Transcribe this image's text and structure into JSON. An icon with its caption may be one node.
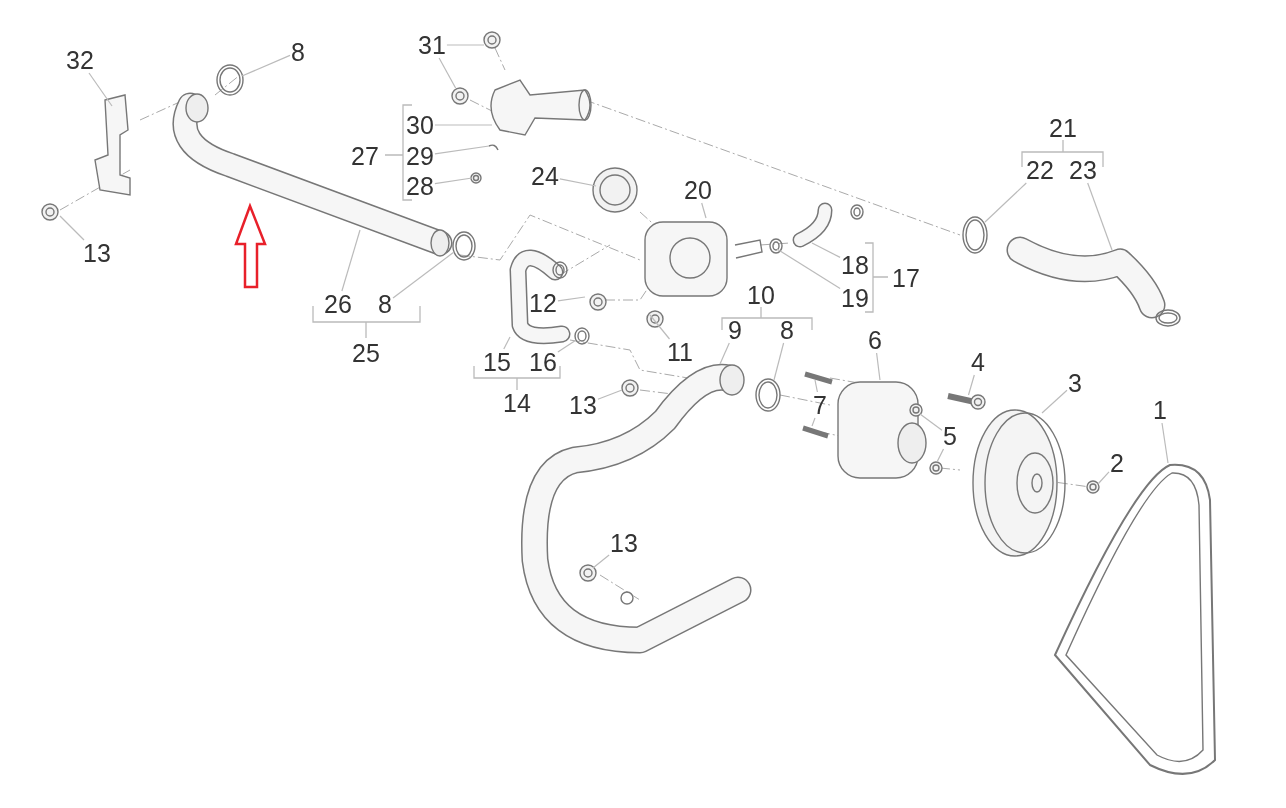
{
  "diagram": {
    "nodes": [
      {
        "text": [
          "31"
        ]
      },
      {
        "text": [
          "8"
        ]
      },
      {
        "text": [
          "32"
        ]
      },
      {
        "text": [
          "30"
        ]
      },
      {
        "text": [
          "29"
        ]
      },
      {
        "text": [
          "24"
        ]
      },
      {
        "text": [
          "28"
        ]
      },
      {
        "text": [
          "20"
        ]
      },
      {
        "text": [
          "22"
        ]
      },
      {
        "text": [
          "23"
        ]
      },
      {
        "text": [
          "13"
        ]
      },
      {
        "text": [
          "18"
        ]
      },
      {
        "text": [
          "12"
        ]
      },
      {
        "text": [
          "19"
        ]
      },
      {
        "text": [
          "26"
        ]
      },
      {
        "text": [
          "8"
        ]
      },
      {
        "text": [
          "9"
        ]
      },
      {
        "text": [
          "8"
        ]
      },
      {
        "text": [
          "6"
        ]
      },
      {
        "text": [
          "11"
        ]
      },
      {
        "text": [
          "15"
        ]
      },
      {
        "text": [
          "16"
        ]
      },
      {
        "text": [
          "4"
        ]
      },
      {
        "text": [
          "3"
        ]
      },
      {
        "text": [
          "13"
        ]
      },
      {
        "text": [
          "7"
        ]
      },
      {
        "text": [
          "1"
        ]
      },
      {
        "text": [
          "5"
        ]
      },
      {
        "text": [
          "2"
        ]
      },
      {
        "text": [
          "13"
        ]
      },
      {
        "text": [],
        "shape": "picture"
      },
      {
        "text": [],
        "shape": "picture"
      },
      {
        "text": [],
        "shape": "picture"
      }
    ],
    "edges": [
      {
        "from": 0,
        "to": null,
        "arrow": "none"
      },
      {
        "from": 0,
        "to": 30,
        "arrow": "none"
      },
      {
        "from": 1,
        "to": null,
        "arrow": "none"
      },
      {
        "from": 2,
        "to": null,
        "arrow": "none"
      },
      {
        "from": 3,
        "to": null,
        "arrow": "none"
      },
      {
        "from": 4,
        "to": null,
        "arrow": "none"
      },
      {
        "from": 5,
        "to": null,
        "arrow": "none"
      },
      {
        "from": 6,
        "to": null,
        "arrow": "none"
      },
      {
        "from": 7,
        "to": null,
        "arrow": "none"
      },
      {
        "from": 8,
        "to": null,
        "arrow": "none"
      },
      {
        "from": 9,
        "to": null,
        "arrow": "none"
      },
      {
        "from": 10,
        "to": null,
        "arrow": "none"
      },
      {
        "from": 11,
        "to": null,
        "arrow": "none"
      },
      {
        "from": 12,
        "to": null,
        "arrow": "none"
      },
      {
        "from": 13,
        "to": null,
        "arrow": "none"
      },
      {
        "from": 14,
        "to": null,
        "arrow": "none"
      },
      {
        "from": 15,
        "to": null,
        "arrow": "none"
      },
      {
        "from": 16,
        "to": null,
        "arrow": "none"
      },
      {
        "from": 17,
        "to": null,
        "arrow": "none"
      },
      {
        "from": 18,
        "to": null,
        "arrow": "none"
      },
      {
        "from": 19,
        "to": null,
        "arrow": "none"
      },
      {
        "from": 20,
        "to": null,
        "arrow": "none"
      },
      {
        "from": 21,
        "to": 31,
        "arrow": "none"
      },
      {
        "from": 22,
        "to": 32,
        "arrow": "none"
      },
      {
        "from": 23,
        "to": null,
        "arrow": "none"
      },
      {
        "from": 24,
        "to": null,
        "arrow": "none"
      },
      {
        "from": 25,
        "to": null,
        "arrow": "none"
      },
      {
        "from": 25,
        "to": null,
        "arrow": "none"
      },
      {
        "from": 26,
        "to": null,
        "arrow": "none"
      },
      {
        "from": 27,
        "to": null,
        "arrow": "none"
      },
      {
        "from": 27,
        "to": null,
        "arrow": "none"
      },
      {
        "from": 28,
        "to": null,
        "arrow": "none"
      },
      {
        "from": 29,
        "to": null,
        "arrow": "none"
      }
    ],
    "labels": [
      "21",
      "27",
      "17",
      "10",
      "25",
      "14"
    ]
  }
}
